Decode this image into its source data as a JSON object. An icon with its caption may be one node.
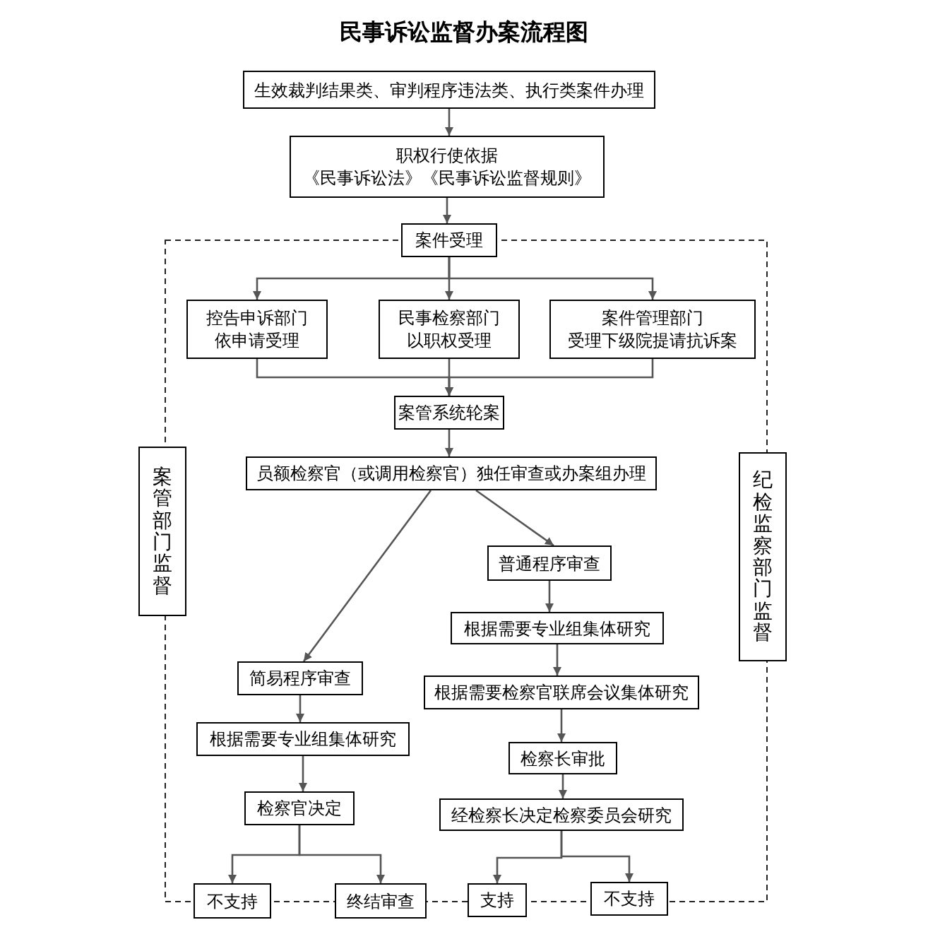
{
  "diagram": {
    "title": "民事诉讼监督办案流程图",
    "nodes": [
      {
        "text": [
          "生效裁判结果类、审判程序违法类、执行类案件办理"
        ]
      },
      {
        "text": [
          "职权行使依据",
          "《民事诉讼法》《民事诉讼监督规则》"
        ]
      },
      {
        "text": [
          "案件受理"
        ]
      },
      {
        "text": [
          "控告申诉部门",
          "依申请受理"
        ]
      },
      {
        "text": [
          "民事检察部门",
          "以职权受理"
        ]
      },
      {
        "text": [
          "案件管理部门",
          "受理下级院提请抗诉案"
        ]
      },
      {
        "text": [
          "案管系统轮案"
        ]
      },
      {
        "text": [
          "员额检察官（或调用检察官）独任审查或办案组办理"
        ]
      },
      {
        "text": [
          "案管部门监督"
        ]
      },
      {
        "text": [
          "纪检监察部门监督"
        ]
      },
      {
        "text": [
          "普通程序审查"
        ]
      },
      {
        "text": [
          "根据需要专业组集体研究"
        ]
      },
      {
        "text": [
          "简易程序审查"
        ]
      },
      {
        "text": [
          "根据需要检察官联席会议集体研究"
        ]
      },
      {
        "text": [
          "根据需要专业组集体研究"
        ]
      },
      {
        "text": [
          "检察长审批"
        ]
      },
      {
        "text": [
          "检察官决定"
        ]
      },
      {
        "text": [
          "经检察长决定检察委员会研究"
        ]
      },
      {
        "text": [
          "不支持"
        ]
      },
      {
        "text": [
          "终结审查"
        ]
      },
      {
        "text": [
          "支持"
        ]
      },
      {
        "text": [
          "不支持"
        ]
      }
    ],
    "edges": [
      {
        "from": 0,
        "to": 1,
        "arrow": "to"
      },
      {
        "from": 1,
        "to": 2,
        "arrow": "to"
      },
      {
        "from": 2,
        "to": 3,
        "arrow": "to"
      },
      {
        "from": 2,
        "to": 4,
        "arrow": "to"
      },
      {
        "from": 2,
        "to": 5,
        "arrow": "to"
      },
      {
        "from": 3,
        "to": 6,
        "arrow": "to"
      },
      {
        "from": 4,
        "to": 6,
        "arrow": "to"
      },
      {
        "from": 5,
        "to": 6,
        "arrow": "to"
      },
      {
        "from": 6,
        "to": 7,
        "arrow": "to"
      },
      {
        "from": 7,
        "to": 12,
        "arrow": "to"
      },
      {
        "from": 7,
        "to": 10,
        "arrow": "to"
      },
      {
        "from": 10,
        "to": 11,
        "arrow": "to"
      },
      {
        "from": 11,
        "to": 13,
        "arrow": "to"
      },
      {
        "from": 13,
        "to": 15,
        "arrow": "to"
      },
      {
        "from": 15,
        "to": 17,
        "arrow": "to"
      },
      {
        "from": 12,
        "to": 14,
        "arrow": "to"
      },
      {
        "from": 14,
        "to": 16,
        "arrow": "to"
      },
      {
        "from": 16,
        "to": 18,
        "arrow": "to"
      },
      {
        "from": 16,
        "to": 19,
        "arrow": "to"
      },
      {
        "from": 17,
        "to": 20,
        "arrow": "to"
      },
      {
        "from": 17,
        "to": 21,
        "arrow": "to"
      }
    ]
  }
}
